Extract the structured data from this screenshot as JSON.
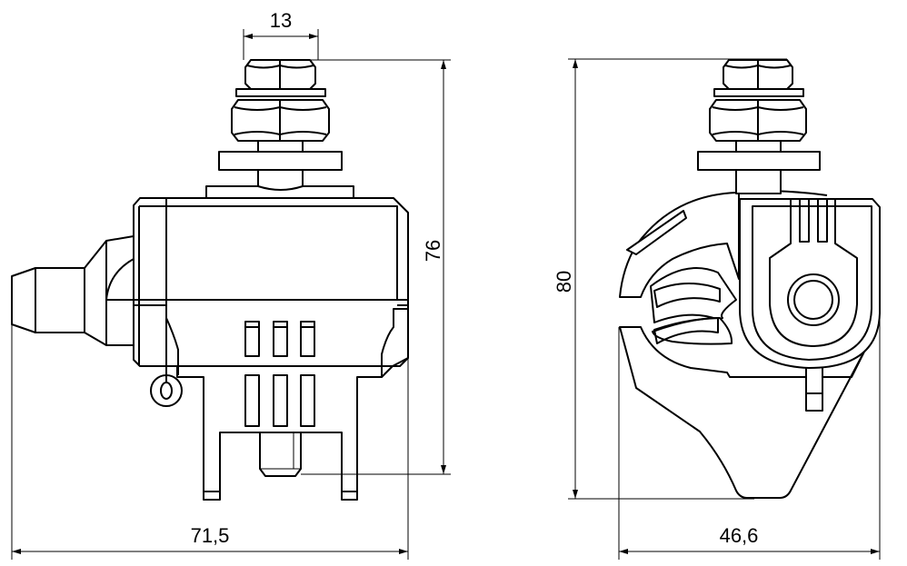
{
  "drawing": {
    "title": "Piercing connector dimensional drawing",
    "line_color": "#000000",
    "background": "#ffffff"
  },
  "front_view": {
    "dim_nut_width": "13",
    "dim_height": "76",
    "dim_width": "71,5"
  },
  "side_view": {
    "dim_height": "80",
    "dim_width": "46,6"
  }
}
